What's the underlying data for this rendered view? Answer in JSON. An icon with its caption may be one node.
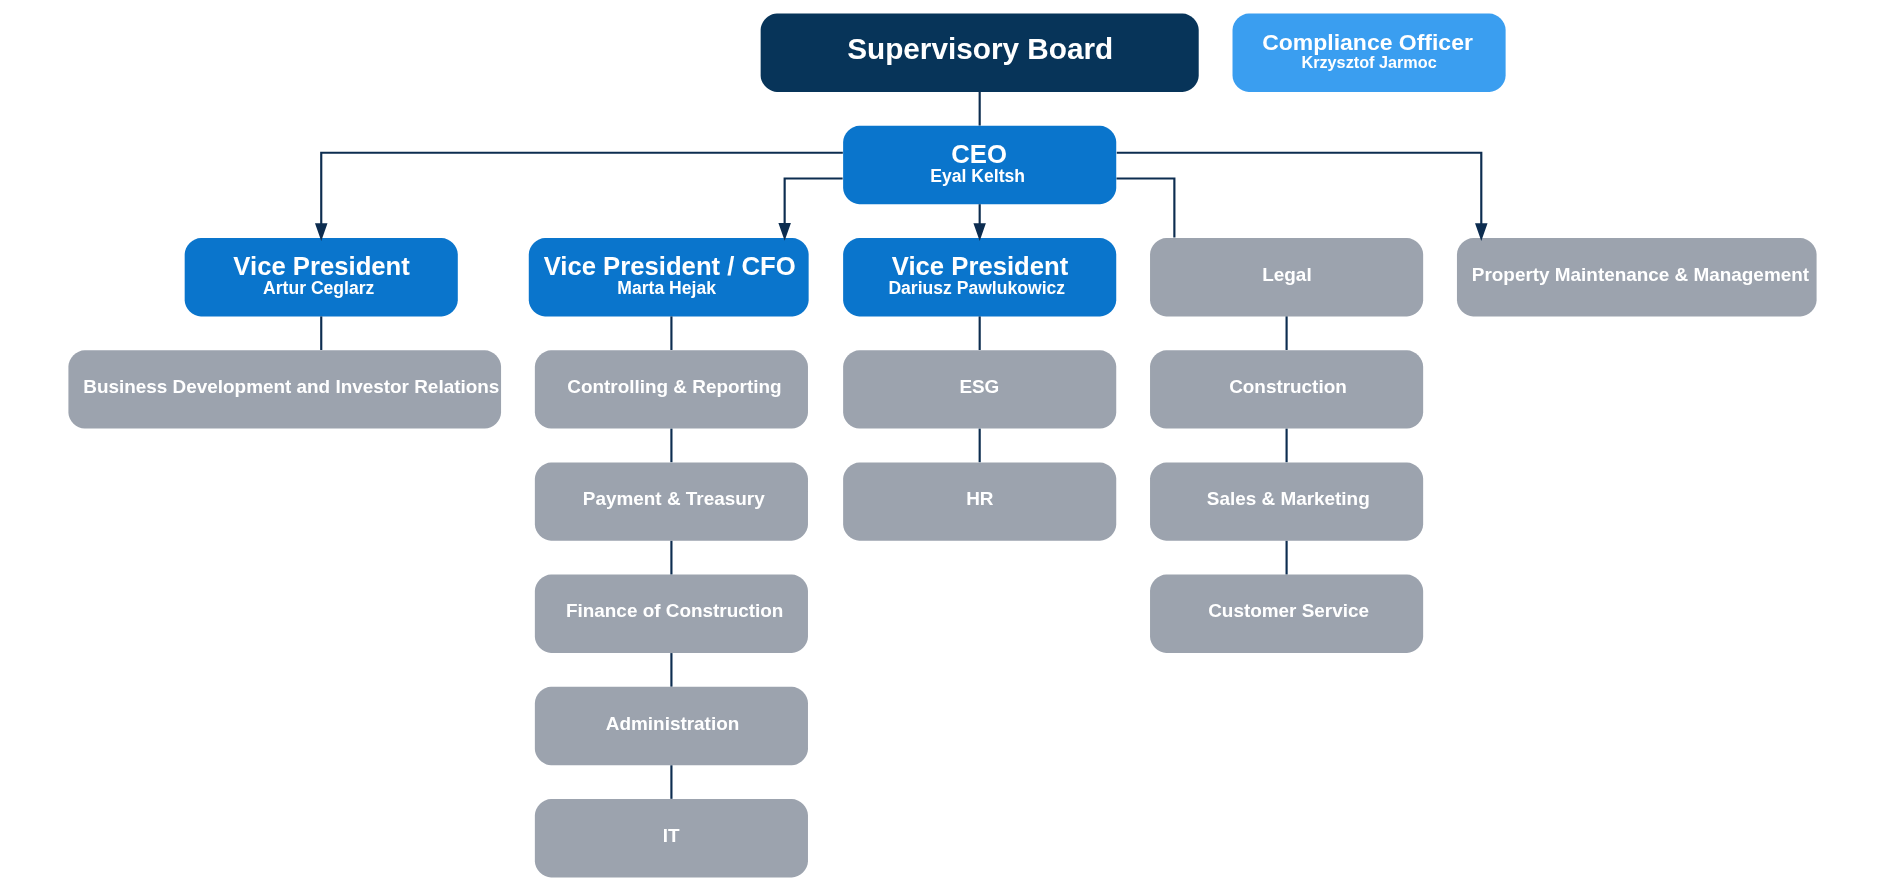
{
  "diagram": {
    "nodes": [
      {
        "text": [
          "Supervisory Board"
        ]
      },
      {
        "text": [
          "Compliance Officer",
          "Krzysztof Jarmoc"
        ]
      },
      {
        "text": [
          "CEO",
          "Eyal Keltsh"
        ]
      },
      {
        "text": [
          "Vice President",
          "Artur Ceglarz"
        ]
      },
      {
        "text": [
          "Vice President / CFO",
          "Marta Hejak"
        ]
      },
      {
        "text": [
          "Vice President",
          "Dariusz Pawlukowicz"
        ]
      },
      {
        "text": [
          "Business Development and Investor Relations"
        ]
      },
      {
        "text": [
          "Controlling & Reporting"
        ]
      },
      {
        "text": [
          "Payment & Treasury"
        ]
      },
      {
        "text": [
          "Finance of Construction"
        ]
      },
      {
        "text": [
          "Administration"
        ]
      },
      {
        "text": [
          "IT"
        ]
      },
      {
        "text": [
          "Legal"
        ]
      },
      {
        "text": [
          "Construction"
        ]
      },
      {
        "text": [
          "Sales & Marketing"
        ]
      },
      {
        "text": [
          "Customer Service"
        ]
      },
      {
        "text": [
          "Property Maintenance & Management"
        ]
      },
      {
        "text": [
          "ESG"
        ]
      },
      {
        "text": [
          "HR"
        ]
      }
    ],
    "edges": [
      {
        "from": 0,
        "to": 2,
        "arrow": "none"
      },
      {
        "from": 2,
        "to": 3,
        "arrow": "to"
      },
      {
        "from": 2,
        "to": 4,
        "arrow": "to"
      },
      {
        "from": 2,
        "to": 5,
        "arrow": "to"
      },
      {
        "from": 2,
        "to": 16,
        "arrow": "to"
      },
      {
        "from": 3,
        "to": 6,
        "arrow": "none"
      },
      {
        "from": 4,
        "to": 7,
        "arrow": "none"
      },
      {
        "from": 7,
        "to": 8,
        "arrow": "none"
      },
      {
        "from": 8,
        "to": 9,
        "arrow": "none"
      },
      {
        "from": 9,
        "to": 10,
        "arrow": "none"
      },
      {
        "from": 10,
        "to": 11,
        "arrow": "none"
      },
      {
        "from": 2,
        "to": 12,
        "arrow": "none"
      },
      {
        "from": 12,
        "to": 13,
        "arrow": "none"
      },
      {
        "from": 13,
        "to": 14,
        "arrow": "none"
      },
      {
        "from": 14,
        "to": 15,
        "arrow": "none"
      },
      {
        "from": 5,
        "to": 17,
        "arrow": "none"
      },
      {
        "from": 17,
        "to": 18,
        "arrow": "none"
      }
    ]
  }
}
